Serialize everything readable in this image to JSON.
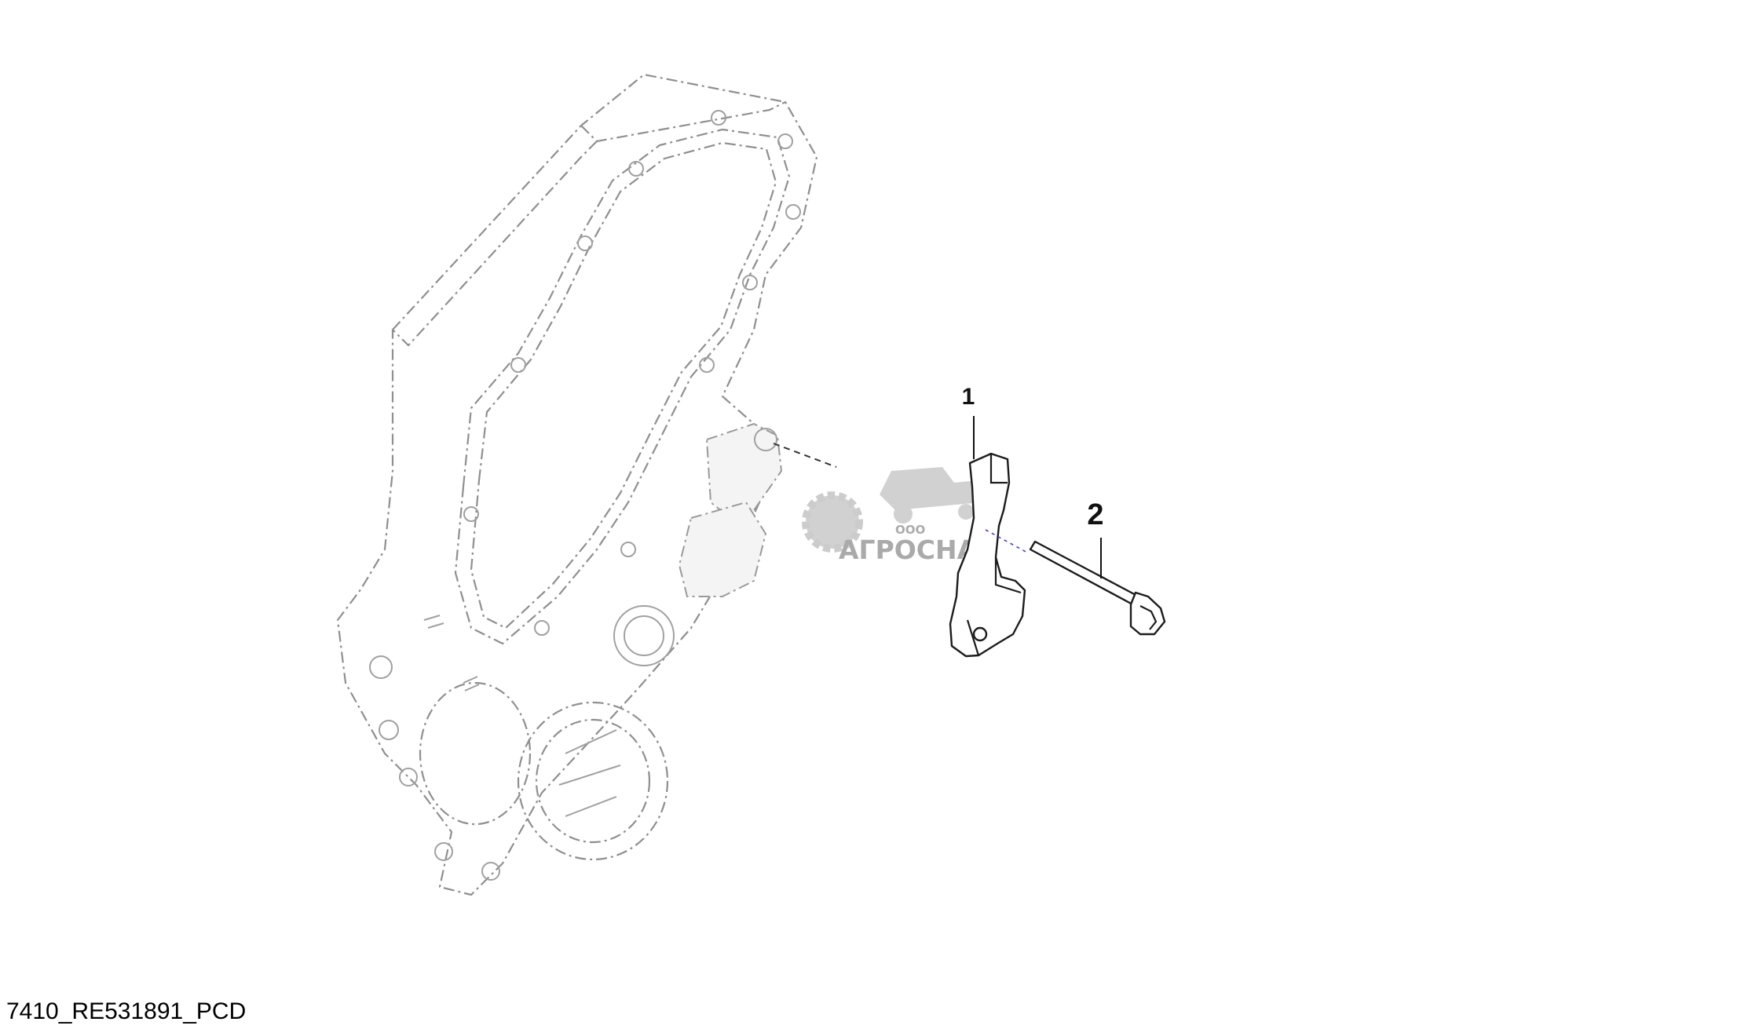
{
  "callouts": [
    {
      "label": "1",
      "part": "bracket"
    },
    {
      "label": "2",
      "part": "cap-screw"
    }
  ],
  "watermark": {
    "company_prefix": "ООО",
    "company_name": "АГРОСНАБ"
  },
  "figure_id": "7410_RE531891_PCD"
}
